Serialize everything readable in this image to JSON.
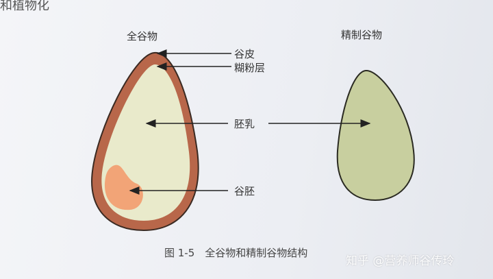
{
  "page_fragment": "和植物化",
  "whole_grain": {
    "title": "全谷物",
    "labels": {
      "bran": "谷皮",
      "aleurone": "糊粉层",
      "endosperm": "胚乳",
      "germ": "谷胚"
    }
  },
  "refined_grain": {
    "title": "精制谷物"
  },
  "caption": "图 1-5　全谷物和精制谷物结构",
  "watermark": "知乎 @营养师谷传玲",
  "colors": {
    "bran": "#b8674a",
    "endosperm": "#e9eacb",
    "germ": "#f2a477",
    "refined": "#c8cf9f"
  }
}
